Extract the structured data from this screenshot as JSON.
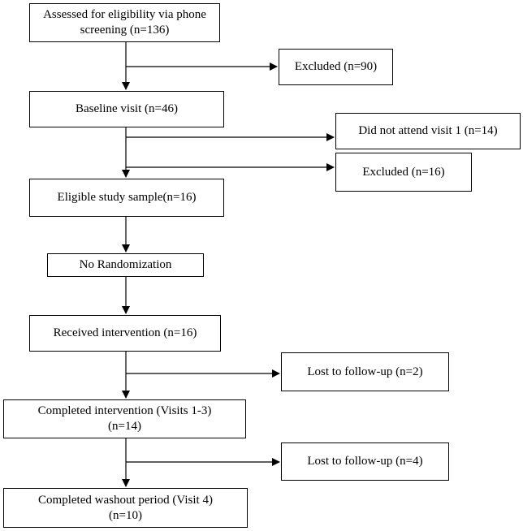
{
  "flow": {
    "assessed": [
      "Assessed for eligibility via phone",
      "screening (n=136)"
    ],
    "excluded_1": "Excluded (n=90)",
    "baseline": "Baseline visit (n=46)",
    "did_not_attend": "Did not attend visit 1 (n=14)",
    "excluded_2": "Excluded (n=16)",
    "eligible": "Eligible study sample(n=16)",
    "no_randomization": "No Randomization",
    "received": "Received intervention (n=16)",
    "lost_1": "Lost to follow-up (n=2)",
    "completed_intervention": [
      "Completed intervention (Visits 1-3)",
      "(n=14)"
    ],
    "lost_2": "Lost to follow-up (n=4)",
    "completed_washout": [
      "Completed washout period (Visit 4)",
      "(n=10)"
    ]
  }
}
